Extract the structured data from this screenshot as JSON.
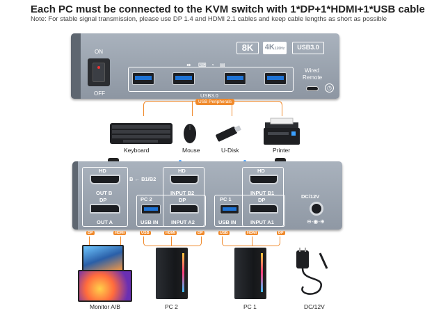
{
  "header": {
    "title": "Each PC must be connected to the KVM switch with 1*DP+1*HDMI+1*USB cable",
    "note": "Note: For stable signal transmission, please use DP 1.4 and HDMI 2.1 cables and keep cable lengths as short as possible"
  },
  "front_panel": {
    "switch_on": "ON",
    "switch_off": "OFF",
    "badge_8k": "8K",
    "badge_4k": "4K",
    "badge_4k_sub": "120Hz",
    "badge_usb": "USB3.0",
    "usb_area_label": "USB3.0",
    "wired_remote": "Wired",
    "wired_remote_2": "Remote"
  },
  "peripherals": {
    "bracket_label": "USB Peripherals",
    "items": [
      "Keyboard",
      "Mouse",
      "U-Disk",
      "Printer"
    ]
  },
  "rear_panel": {
    "hd": "HD",
    "dp": "DP",
    "out_b": "OUT B",
    "out_a": "OUT A",
    "b_arrow": "B ← B1/B2",
    "pc2": "PC 2",
    "pc1": "PC 1",
    "usb_in": "USB IN",
    "input_b2": "INPUT B2",
    "input_a2": "INPUT A2",
    "input_b1": "INPUT B1",
    "input_a1": "INPUT A1",
    "dc": "DC/12V"
  },
  "cable_tags": {
    "dp": "DP",
    "hdmi": "HDMI",
    "usb": "USB"
  },
  "bottom_labels": {
    "monitor": "Monitor A/B",
    "pc2": "PC 2",
    "pc1": "PC 1",
    "dc": "DC/12V"
  },
  "colors": {
    "accent": "#f08a2c",
    "panel": "#9aa3ae",
    "usb_blue": "#1f73d4"
  }
}
